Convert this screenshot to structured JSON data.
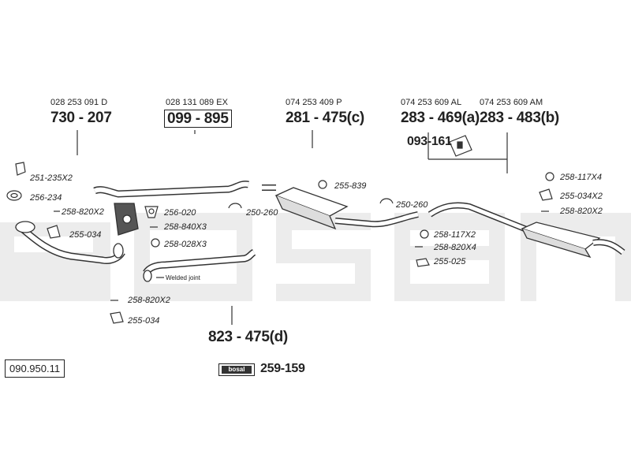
{
  "catalog_number": "090.950.11",
  "brand_mark": "bosal",
  "brand_part": "259-159",
  "main_parts": [
    {
      "oem": "028 253 091 D",
      "part": "730 - 207",
      "boxed": false
    },
    {
      "oem": "028 131 089 EX",
      "part": "099 - 895",
      "boxed": true
    },
    {
      "oem": "074 253 409 P",
      "part": "281 - 475(c)",
      "boxed": false
    },
    {
      "oem": "074 253 609 AL",
      "part": "283 - 469(a)",
      "boxed": false
    },
    {
      "oem": "074 253 609 AM",
      "part": "283 - 483(b)",
      "boxed": false
    }
  ],
  "bracket_part": "093-161",
  "bottom_part": "823 - 475(d)",
  "fittings": [
    "251-235X2",
    "256-234",
    "258-820X2",
    "255-034",
    "256-020",
    "258-840X3",
    "258-028X3",
    "250-260",
    "255-839",
    "250-260",
    "258-117X4",
    "255-034X2",
    "258-820X2",
    "258-117X2",
    "258-820X4",
    "255-025",
    "258-820X2",
    "255-034"
  ],
  "annotation": "Welded joint"
}
